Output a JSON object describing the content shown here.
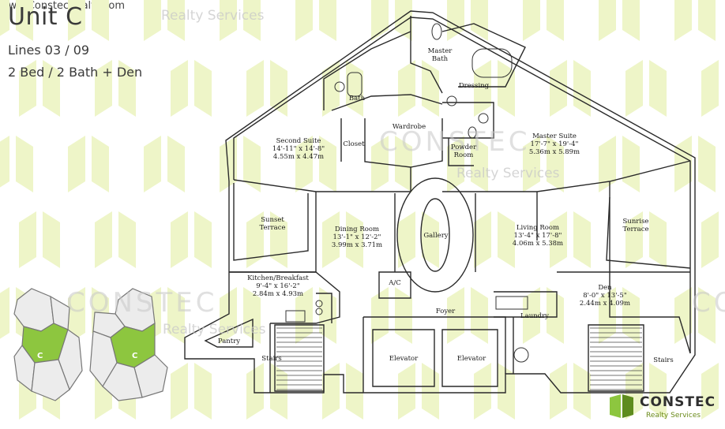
{
  "header": {
    "title": "Unit C",
    "lines": "Lines 03 / 09",
    "beds": "2 Bed / 2 Bath + Den"
  },
  "footer": {
    "url": "www.ConstecRealty.com"
  },
  "watermark": {
    "brand": "CONSTEC",
    "sub": "Realty Services"
  },
  "logo": {
    "name": "CONSTEC",
    "sub": "Realty Services"
  },
  "keyplan": {
    "unit_label": "C",
    "highlight_color": "#8dc63f"
  },
  "colors": {
    "accent": "#8dc63f",
    "tile": "#eef5c8",
    "line": "#2a2a2a"
  },
  "rooms": {
    "master_bath": [
      "Master",
      "Bath"
    ],
    "dressing": [
      "Dressing"
    ],
    "bath": [
      "Bath"
    ],
    "wardrobe": [
      "Wardrobe"
    ],
    "closet": [
      "Closet"
    ],
    "second_suite": [
      "Second Suite",
      "14'-11\" x 14'-8\"",
      "4.55m x 4.47m"
    ],
    "master_suite": [
      "Master Suite",
      "17'-7\" x 19'-4\"",
      "5.36m x 5.89m"
    ],
    "powder_room": [
      "Powder",
      "Room"
    ],
    "sunset_terrace": [
      "Sunset",
      "Terrace"
    ],
    "sunrise_terrace": [
      "Sunrise",
      "Terrace"
    ],
    "dining_room": [
      "Dining Room",
      "13'-1\" x 12'-2\"",
      "3.99m x 3.71m"
    ],
    "gallery": [
      "Gallery"
    ],
    "living_room": [
      "Living Room",
      "13'-4\" x 17'-8\"",
      "4.06m x 5.38m"
    ],
    "kitchen": [
      "Kitchen/Breakfast",
      "9'-4\" x 16'-2\"",
      "2.84m x 4.93m"
    ],
    "ac": [
      "A/C"
    ],
    "foyer": [
      "Foyer"
    ],
    "laundry": [
      "Laundry"
    ],
    "den": [
      "Den",
      "8'-0\" x 13'-5\"",
      "2.44m x 4.09m"
    ],
    "pantry": [
      "Pantry"
    ],
    "stairs_left": [
      "Stairs"
    ],
    "elevator_left": [
      "Elevator"
    ],
    "elevator_right": [
      "Elevator"
    ],
    "stairs_right": [
      "Stairs"
    ]
  }
}
